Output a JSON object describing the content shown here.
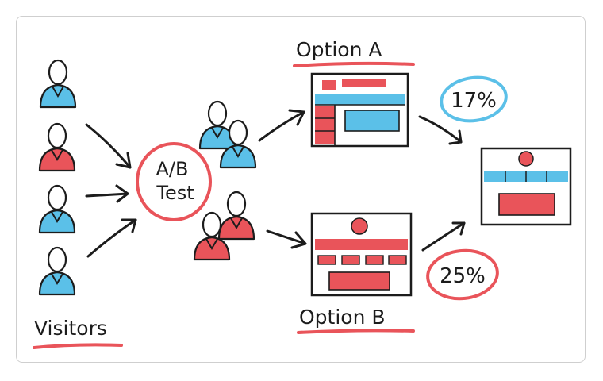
{
  "diagram": {
    "visitors_label": "Visitors",
    "test_label_line1": "A/B",
    "test_label_line2": "Test",
    "option_a_label": "Option A",
    "option_b_label": "Option B",
    "option_a_rate": "17%",
    "option_b_rate": "25%"
  },
  "colors": {
    "ink": "#1c1c1c",
    "red": "#e9545a",
    "blue": "#5bc0e8"
  }
}
